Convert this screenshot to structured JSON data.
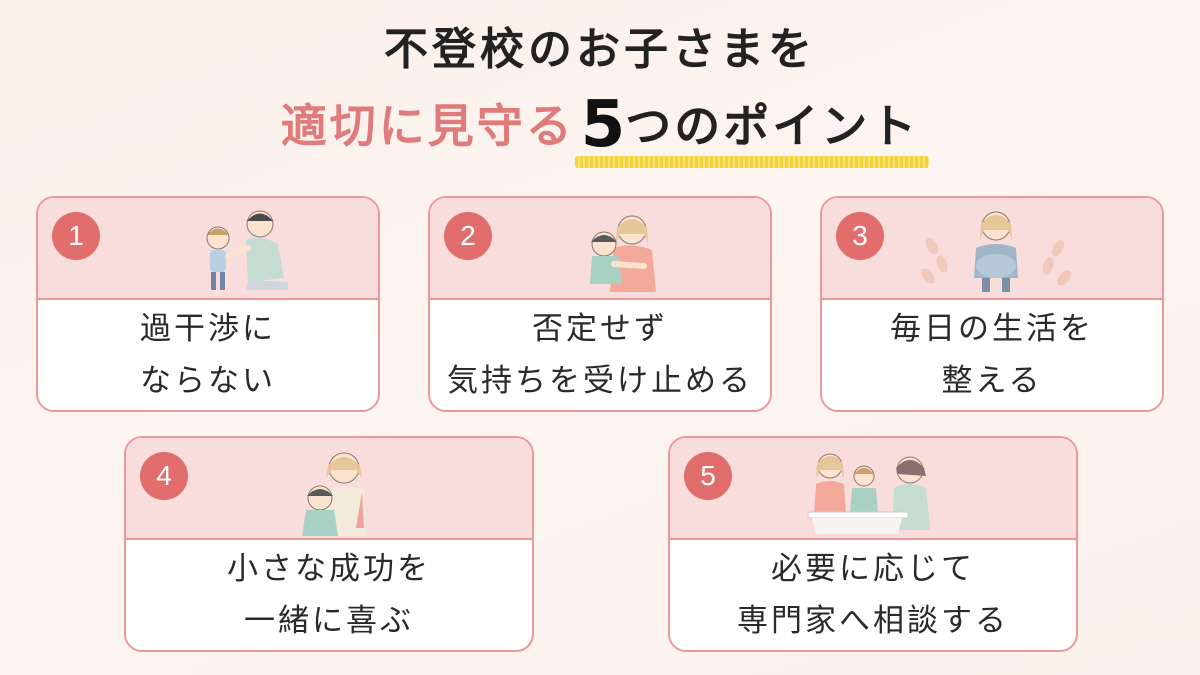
{
  "title": {
    "line1": "不登校のお子さまを",
    "line2_pink": "適切に見守る",
    "line2_number": "5",
    "line2_tail": "つのポイント"
  },
  "cards": [
    {
      "number": "1",
      "line1": "過干渉に",
      "line2": "ならない"
    },
    {
      "number": "2",
      "line1": "否定せず",
      "line2": "気持ちを受け止める"
    },
    {
      "number": "3",
      "line1": "毎日の生活を",
      "line2": "整える"
    },
    {
      "number": "4",
      "line1": "小さな成功を",
      "line2": "一緒に喜ぶ"
    },
    {
      "number": "5",
      "line1": "必要に応じて",
      "line2": "専門家へ相談する"
    }
  ],
  "colors": {
    "accent_pink": "#e07b7b",
    "badge": "#e26d6d",
    "card_header": "#f9dddd",
    "card_border": "#e99a98",
    "highlight": "#f4d23a"
  },
  "icons": [
    "parent-child-illustration",
    "hug-illustration",
    "sitting-girl-illustration",
    "praise-illustration",
    "consultation-illustration"
  ]
}
